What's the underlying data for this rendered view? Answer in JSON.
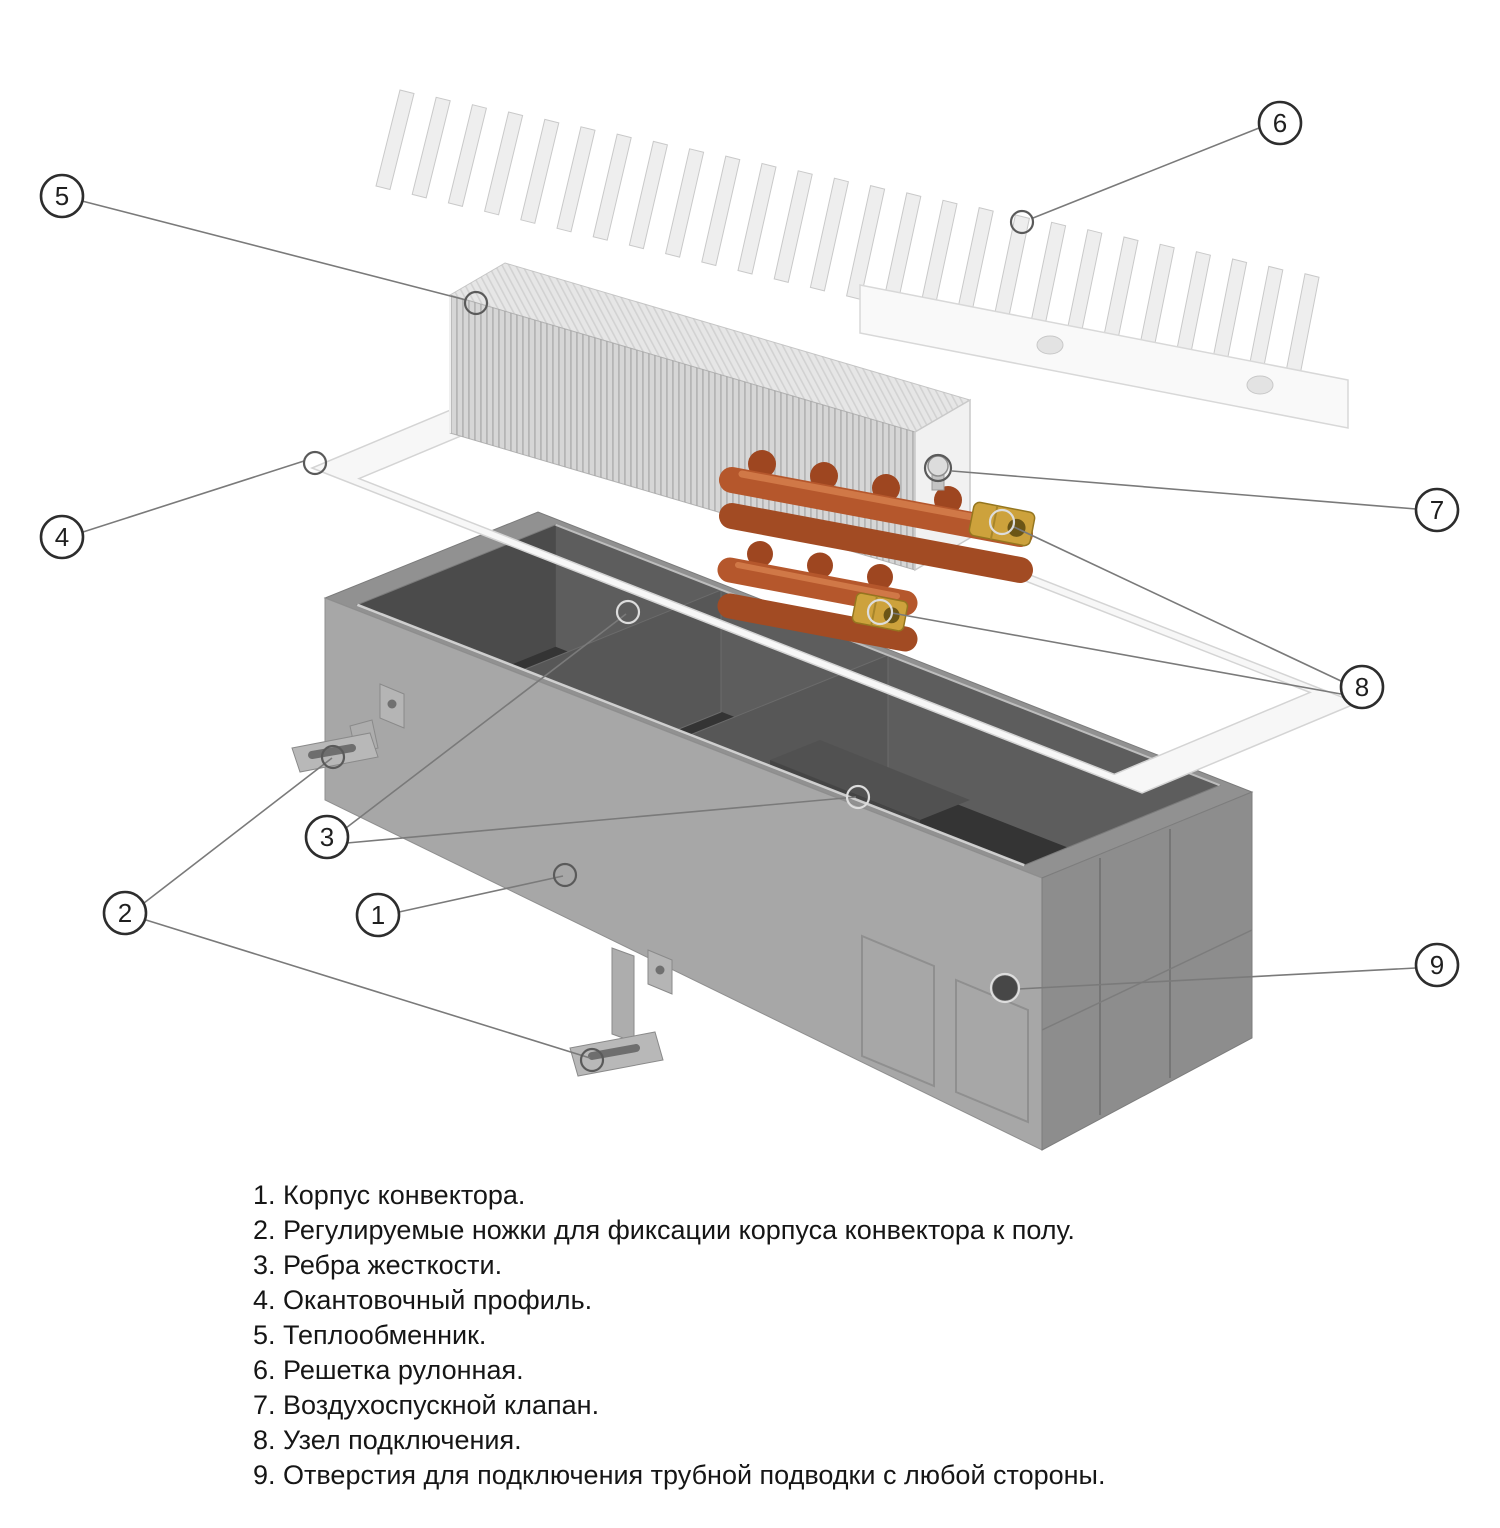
{
  "diagram": {
    "background": "#ffffff",
    "callouts": [
      "1",
      "2",
      "3",
      "4",
      "5",
      "6",
      "7",
      "8",
      "9"
    ],
    "legend": [
      "1. Корпус конвектора.",
      "2. Регулируемые ножки для фиксации корпуса конвектора к полу.",
      "3. Ребра жесткости.",
      "4. Окантовочный профиль.",
      "5. Теплообменник.",
      "6. Решетка рулонная.",
      "7. Воздухоспускной клапан.",
      "8. Узел подключения.",
      "9. Отверстия для подключения трубной подводки с любой стороны."
    ],
    "colors": {
      "body_wall": "#a7a7a7",
      "body_end_wall": "#8d8d8d",
      "body_interior": "#3a3a3a",
      "fin_block": "#d6d6d6",
      "grille": "#eeeeee",
      "frame": "#f7f7f7",
      "copper_tube": "#b5572c",
      "brass_fitting": "#cda23c",
      "leader_line": "#7a7a7a",
      "callout_stroke": "#2d2d2d",
      "text": "#161616"
    }
  }
}
